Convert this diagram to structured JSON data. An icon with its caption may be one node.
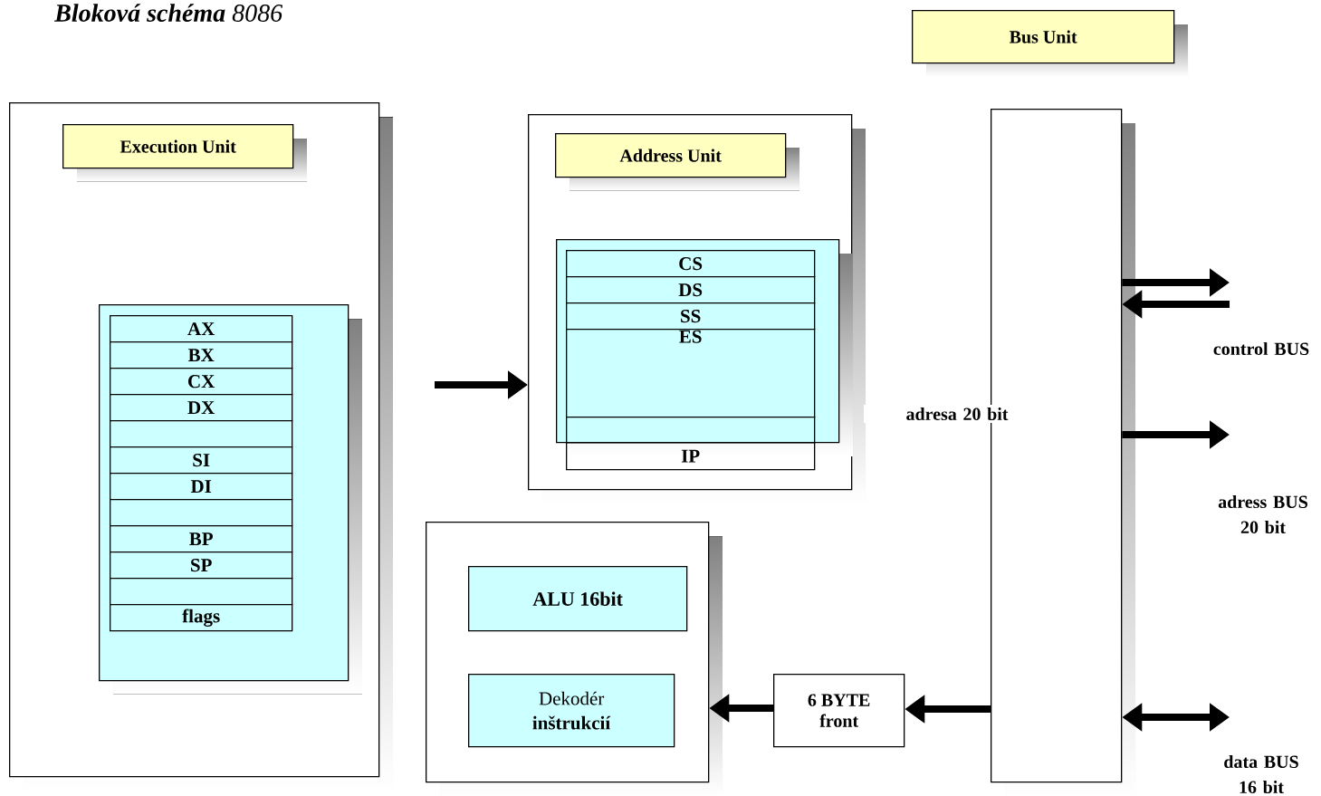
{
  "diagram": {
    "title": "**Bloková schéma** 8086",
    "nodes": [
      {
        "text": [],
        "shape": "box"
      },
      {
        "text": [
          "Execution Unit"
        ],
        "in": 0
      },
      {
        "text": [],
        "shape": "box",
        "in": 0
      },
      {
        "text": [
          "AX"
        ],
        "in": 2
      },
      {
        "text": [
          "BX"
        ],
        "in": 2
      },
      {
        "text": [
          "CX"
        ],
        "in": 2
      },
      {
        "text": [
          "DX"
        ],
        "in": 2
      },
      {
        "text": [],
        "shape": "box",
        "in": 2
      },
      {
        "text": [
          "SI"
        ],
        "in": 2
      },
      {
        "text": [
          "DI"
        ],
        "in": 2
      },
      {
        "text": [],
        "shape": "box",
        "in": 2
      },
      {
        "text": [
          "BP"
        ],
        "in": 2
      },
      {
        "text": [
          "SP"
        ],
        "in": 2
      },
      {
        "text": [],
        "shape": "box",
        "in": 2
      },
      {
        "text": [
          "flags"
        ],
        "in": 2
      },
      {
        "text": [],
        "shape": "box"
      },
      {
        "text": [
          "Address Unit"
        ],
        "in": 15
      },
      {
        "text": [],
        "shape": "box",
        "in": 15
      },
      {
        "text": [
          "CS"
        ],
        "in": 17
      },
      {
        "text": [
          "DS"
        ],
        "in": 17
      },
      {
        "text": [
          "SS"
        ],
        "in": 17
      },
      {
        "text": [
          "ES"
        ],
        "in": 17
      },
      {
        "text": [],
        "shape": "box",
        "in": 17
      },
      {
        "text": [
          "IP"
        ],
        "in": 15
      },
      {
        "text": [],
        "shape": "box"
      },
      {
        "text": [
          "ALU 16bit"
        ],
        "in": 24
      },
      {
        "text": [
          "Dekodér **inštrukcií**"
        ],
        "in": 24
      },
      {
        "text": [
          "6 BYTE front"
        ]
      },
      {
        "text": [],
        "shape": "box"
      },
      {
        "text": [
          "Bus Unit"
        ]
      }
    ],
    "edges": [
      {
        "from": null,
        "to": 15,
        "arrow": "to"
      },
      {
        "from": 28,
        "to": 27,
        "arrow": "to"
      },
      {
        "from": 27,
        "to": 24,
        "arrow": "to"
      },
      {
        "from": 28,
        "to": null,
        "arrow": "to"
      },
      {
        "from": null,
        "to": 28,
        "arrow": "to"
      },
      {
        "from": 28,
        "to": null,
        "arrow": "to"
      },
      {
        "from": 28,
        "to": null,
        "arrow": "both"
      }
    ],
    "labels": [
      "adresa 20 bit",
      "control BUS",
      "adress BUS 20 bit",
      "data BUS 16 bit"
    ]
  }
}
